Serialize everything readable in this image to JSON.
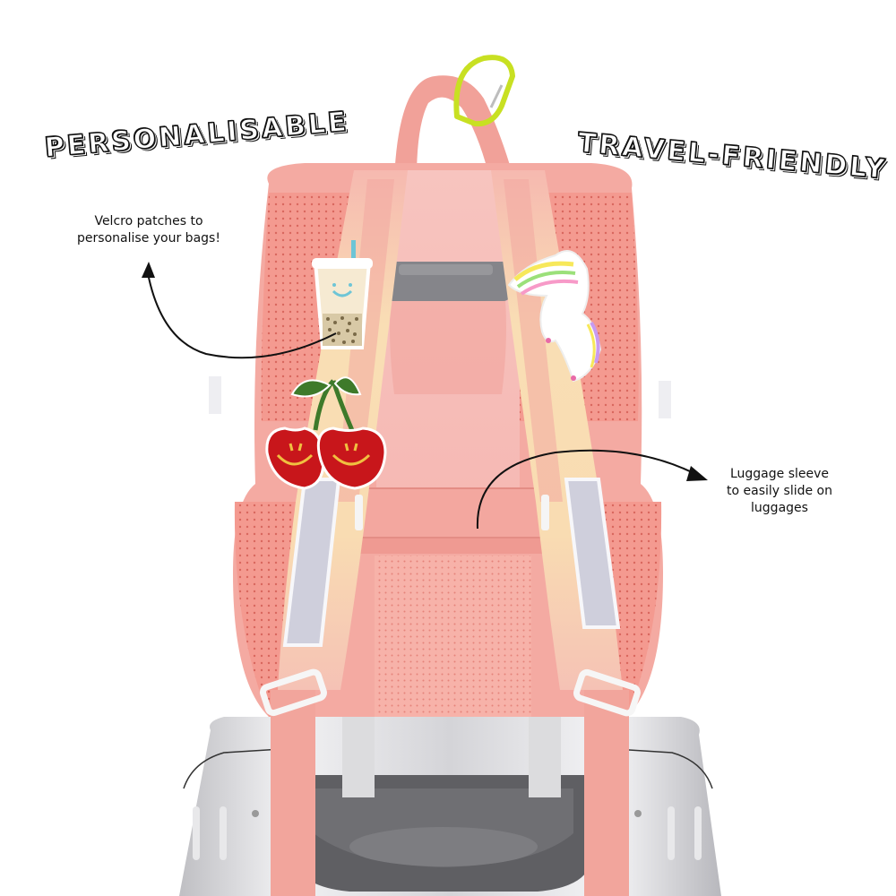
{
  "headings": {
    "left": "PERSONALISABLE",
    "right": "TRAVEL-FRIENDLY"
  },
  "captions": {
    "left_line1": "Velcro patches to",
    "left_line2": "personalise your bags!",
    "right_line1": "Luggage sleeve",
    "right_line2": "to easily slide on",
    "right_line3": "luggages"
  },
  "product": {
    "subject": "Pink backpack mounted on silver luggage",
    "patches": [
      "bubble-tea",
      "cherries",
      "unicorn"
    ],
    "accessory": "lime carabiner"
  },
  "colors": {
    "backpack_pink": "#f4a9a0",
    "mesh_coral": "#f08b80",
    "strap_cream": "#f8dcb0",
    "strap_pink": "#f2b1ad",
    "handle_grey": "#8a8a8c",
    "carabiner_lime": "#c8e022",
    "luggage_silver": "#d9d9db",
    "cherry_red": "#c8161b",
    "leaf_green": "#3e7a2a"
  }
}
